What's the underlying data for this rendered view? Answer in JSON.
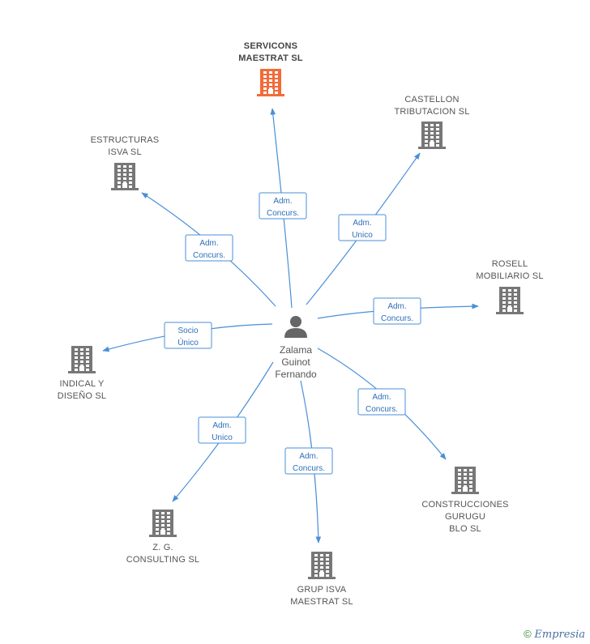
{
  "center": {
    "id": "person",
    "label_lines": [
      "Zalama",
      "Guinot",
      "Fernando"
    ],
    "icon": "person-icon"
  },
  "nodes": [
    {
      "id": "servicons",
      "label_lines": [
        "SERVICONS",
        "MAESTRAT SL"
      ],
      "central": true,
      "icon": "building-icon",
      "color": "#f26b3a"
    },
    {
      "id": "castellon",
      "label_lines": [
        "CASTELLON",
        "TRIBUTACION SL"
      ],
      "central": false,
      "icon": "building-icon",
      "color": "#777777"
    },
    {
      "id": "estructuras",
      "label_lines": [
        "ESTRUCTURAS",
        "ISVA SL"
      ],
      "central": false,
      "icon": "building-icon",
      "color": "#777777"
    },
    {
      "id": "rosell",
      "label_lines": [
        "ROSELL",
        "MOBILIARIO SL"
      ],
      "central": false,
      "icon": "building-icon",
      "color": "#777777"
    },
    {
      "id": "indical",
      "label_lines": [
        "INDICAL Y",
        "DISEÑO SL"
      ],
      "central": false,
      "icon": "building-icon",
      "color": "#777777"
    },
    {
      "id": "construcciones",
      "label_lines": [
        "CONSTRUCCIONES",
        "GURUGU",
        "BLO SL"
      ],
      "central": false,
      "icon": "building-icon",
      "color": "#777777"
    },
    {
      "id": "zg",
      "label_lines": [
        "Z. G.",
        "CONSULTING SL"
      ],
      "central": false,
      "icon": "building-icon",
      "color": "#777777"
    },
    {
      "id": "grupisva",
      "label_lines": [
        "GRUP ISVA",
        "MAESTRAT SL"
      ],
      "central": false,
      "icon": "building-icon",
      "color": "#777777"
    }
  ],
  "edges": [
    {
      "to": "servicons",
      "label_lines": [
        "Adm.",
        "Concurs."
      ]
    },
    {
      "to": "castellon",
      "label_lines": [
        "Adm.",
        "Unico"
      ]
    },
    {
      "to": "estructuras",
      "label_lines": [
        "Adm.",
        "Concurs."
      ]
    },
    {
      "to": "rosell",
      "label_lines": [
        "Adm.",
        "Concurs."
      ]
    },
    {
      "to": "indical",
      "label_lines": [
        "Socio",
        "Único"
      ]
    },
    {
      "to": "construcciones",
      "label_lines": [
        "Adm.",
        "Concurs."
      ]
    },
    {
      "to": "zg",
      "label_lines": [
        "Adm.",
        "Unico"
      ]
    },
    {
      "to": "grupisva",
      "label_lines": [
        "Adm.",
        "Concurs."
      ]
    }
  ],
  "footer": {
    "copyright_symbol": "©",
    "brand": "Empresia"
  },
  "colors": {
    "edge": "#4a8fd8",
    "central_building": "#f26b3a",
    "building": "#777777"
  }
}
